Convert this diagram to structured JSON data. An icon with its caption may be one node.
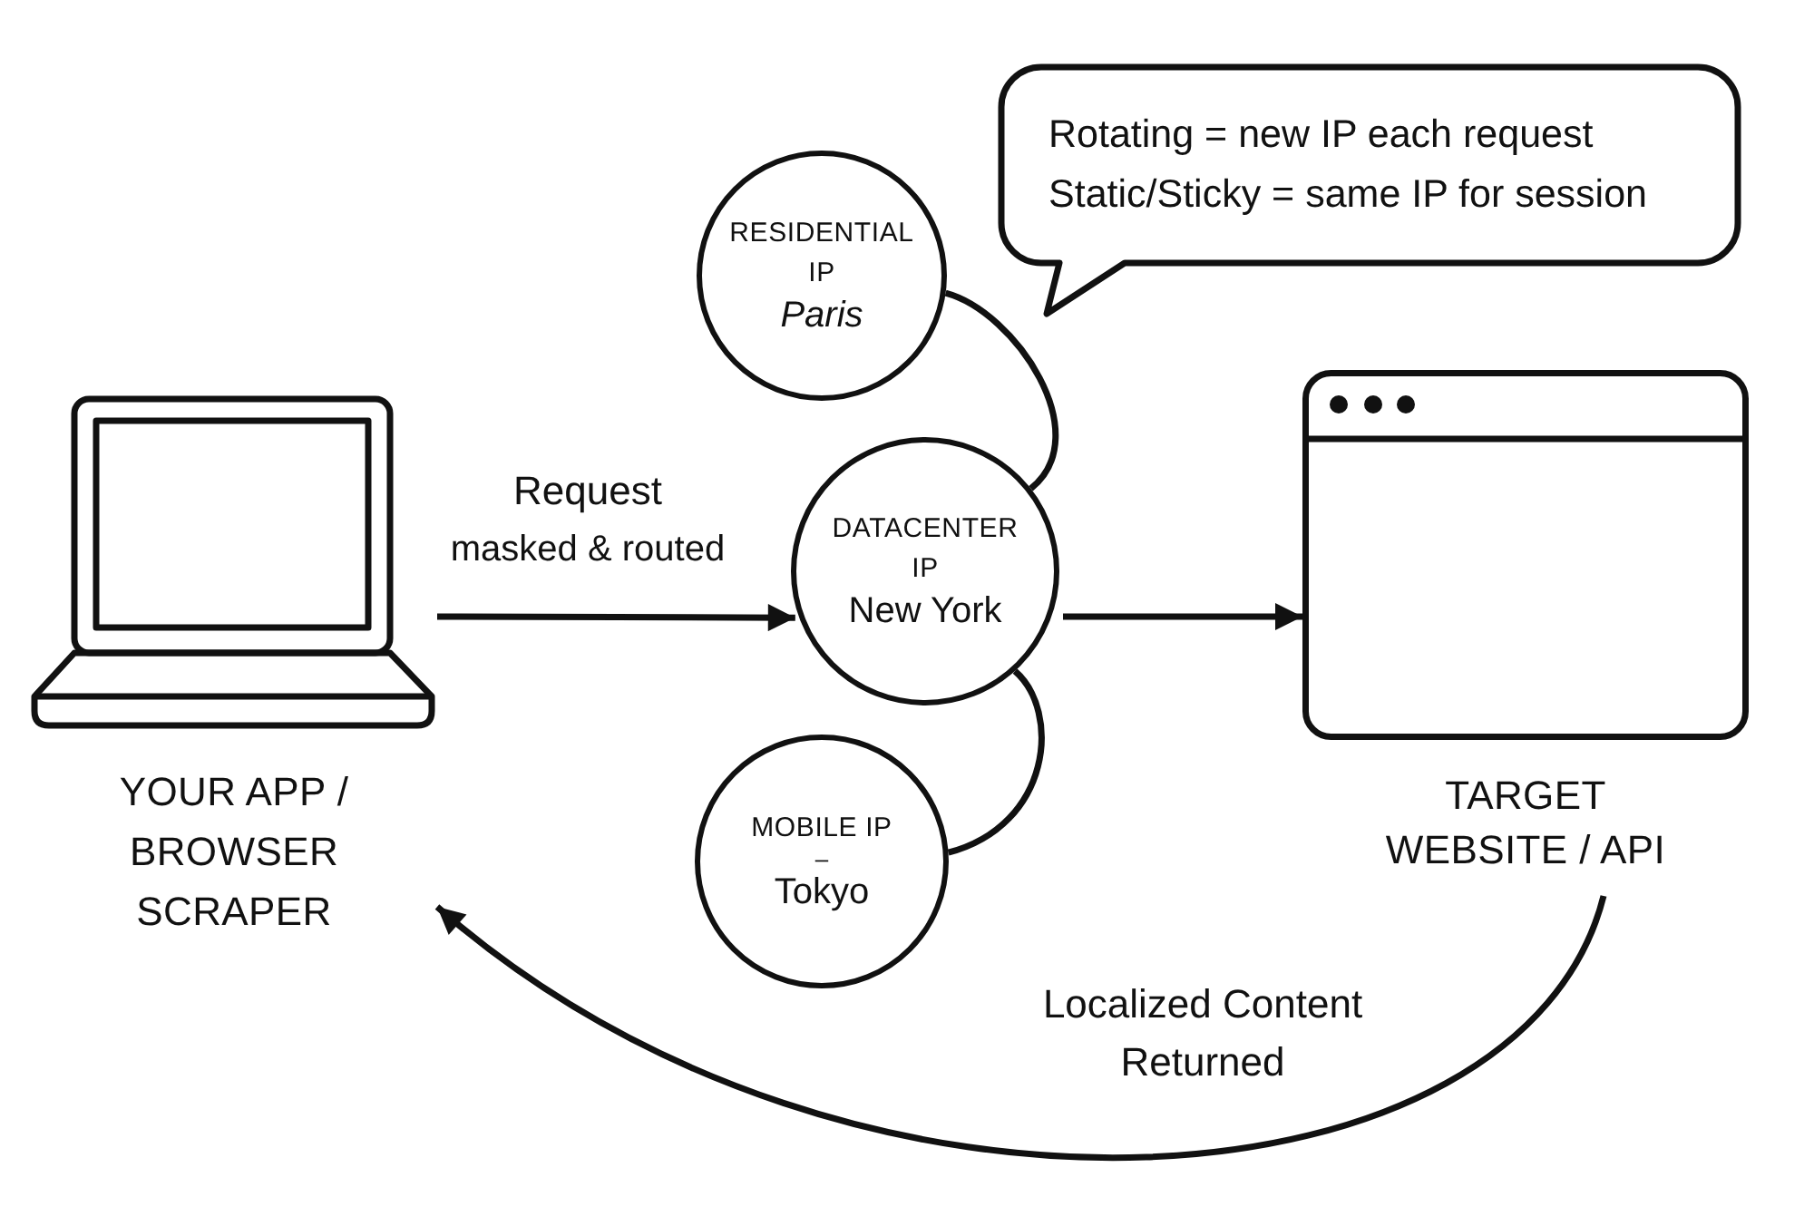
{
  "diagram": {
    "nodes": [
      {
        "text": [
          "YOUR APP / BROWSER SCRAPER"
        ]
      },
      {
        "text": [
          "RESIDENTIAL IP",
          "Paris"
        ]
      },
      {
        "text": [
          "DATACENTER IP",
          "New York"
        ]
      },
      {
        "text": [
          "MOBILE IP",
          "–",
          "Tokyo"
        ]
      },
      {
        "text": [
          "Rotating = new IP each request",
          "Static/Sticky = same IP for session"
        ]
      },
      {
        "text": [
          "TARGET WEBSITE / API"
        ]
      }
    ],
    "edges": [
      {
        "from": 0,
        "to": 2,
        "arrow": "to",
        "label": "Request masked & routed"
      },
      {
        "from": 2,
        "to": 5,
        "arrow": "to"
      },
      {
        "from": 1,
        "to": 2,
        "arrow": "none"
      },
      {
        "from": 2,
        "to": 3,
        "arrow": "none"
      },
      {
        "from": 5,
        "to": 0,
        "arrow": "to",
        "label": "Localized Content Returned"
      }
    ]
  }
}
